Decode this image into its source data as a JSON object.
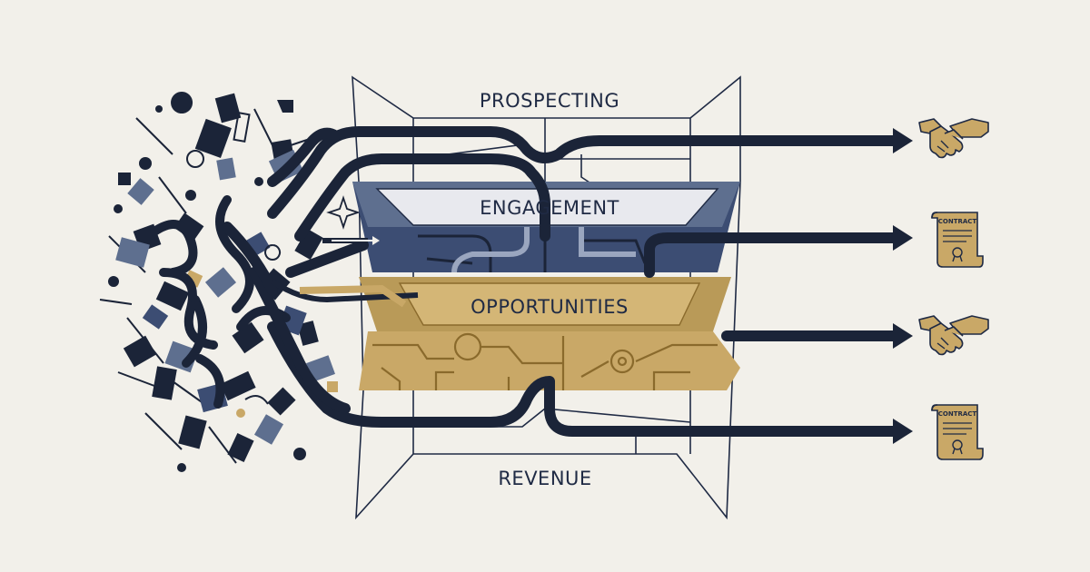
{
  "colors": {
    "background": "#f2f0ea",
    "navy": "#1b2438",
    "slate": "#5e6f8f",
    "mid_blue": "#3c4d73",
    "light_panel": "#e8e9ee",
    "gold": "#c9a867",
    "gold_dark": "#8a6a2c",
    "outline": "#1f2a44"
  },
  "funnel": {
    "stages": [
      {
        "id": "prospecting",
        "label": "PROSPECTING"
      },
      {
        "id": "engagement",
        "label": "ENGAGEMENT"
      },
      {
        "id": "opportunities",
        "label": "OPPORTUNITIES"
      },
      {
        "id": "revenue",
        "label": "REVENUE"
      }
    ]
  },
  "outcomes": [
    {
      "id": "outcome-1",
      "icon": "handshake-icon"
    },
    {
      "id": "outcome-2",
      "icon": "contract-icon",
      "text": "CONTRACT"
    },
    {
      "id": "outcome-3",
      "icon": "handshake-icon"
    },
    {
      "id": "outcome-4",
      "icon": "contract-icon",
      "text": "CONTRACT"
    }
  ]
}
